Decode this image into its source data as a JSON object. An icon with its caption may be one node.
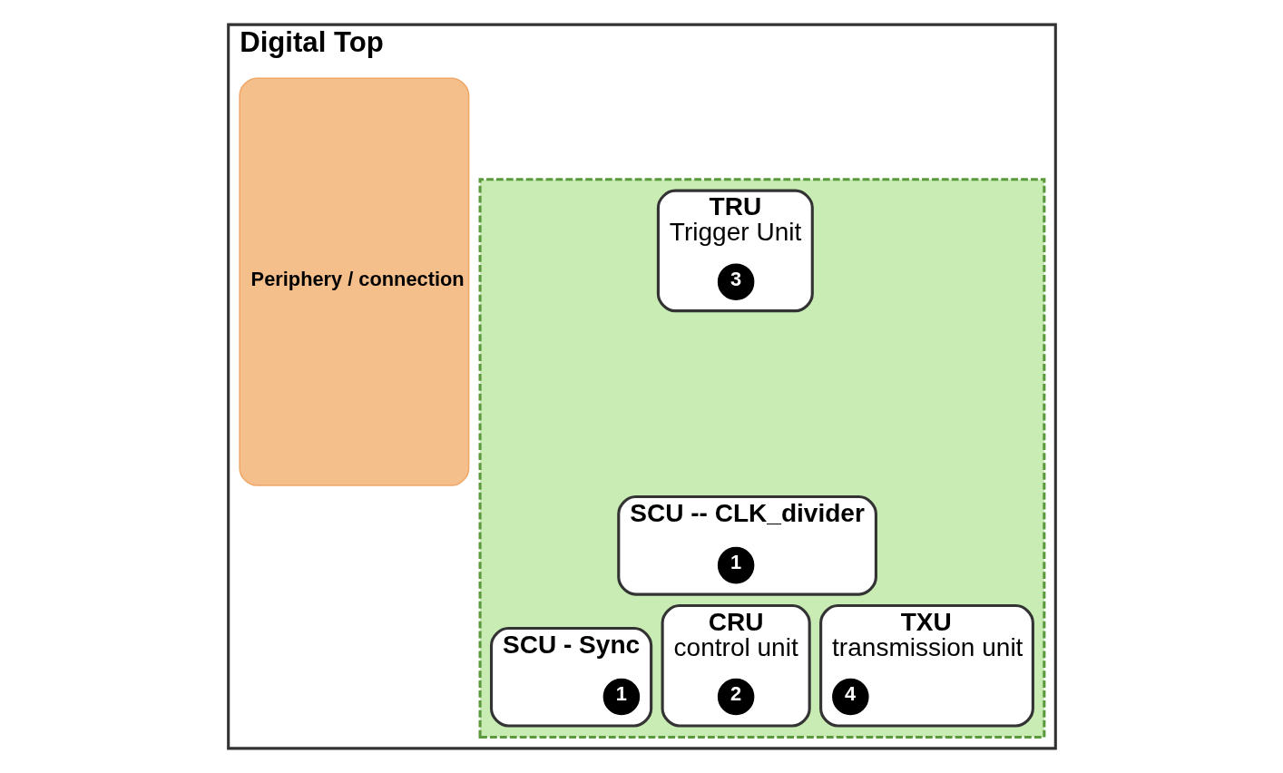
{
  "diagram": {
    "nodes": [
      {
        "text": [
          "Digital Top"
        ]
      },
      {
        "text": [
          "Periphery / connection"
        ],
        "in": 0
      },
      {
        "text": [],
        "shape": "box",
        "in": 0
      },
      {
        "text": [
          "TRU",
          "Trigger Unit"
        ],
        "in": 2
      },
      {
        "text": [
          "3"
        ],
        "in": 3
      },
      {
        "text": [
          "SCU -- CLK_divider"
        ],
        "in": 2
      },
      {
        "text": [
          "1"
        ],
        "in": 5
      },
      {
        "text": [
          "SCU - Sync"
        ],
        "in": 2
      },
      {
        "text": [
          "1"
        ],
        "in": 7
      },
      {
        "text": [
          "CRU",
          "control unit"
        ],
        "in": 2
      },
      {
        "text": [
          "2"
        ],
        "in": 9
      },
      {
        "text": [
          "TXU",
          "transmission unit"
        ],
        "in": 2
      },
      {
        "text": [
          "4"
        ],
        "in": 11
      }
    ],
    "edges": []
  }
}
